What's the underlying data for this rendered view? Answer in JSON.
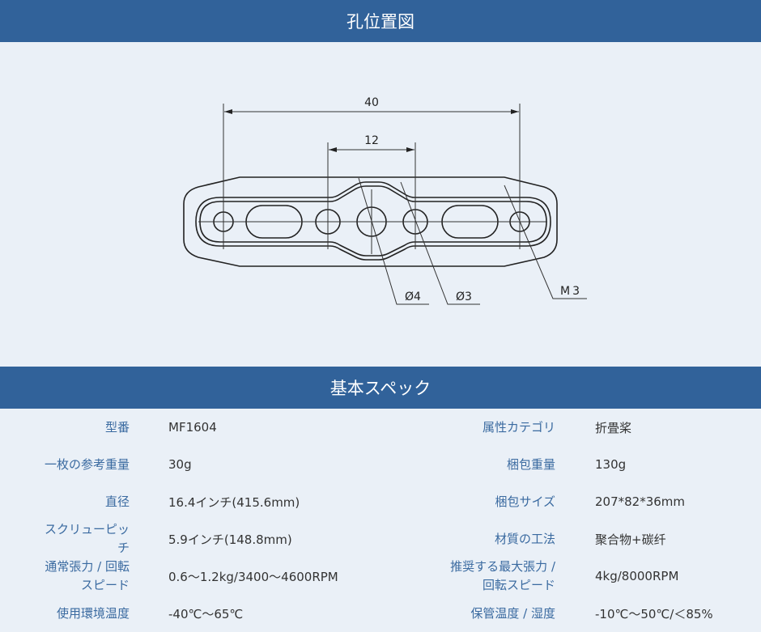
{
  "sections": {
    "hole_diagram_title": "孔位置図",
    "spec_title": "基本スペック"
  },
  "diagram": {
    "dim_overall": "40",
    "dim_center": "12",
    "callout_center_hole": "Ø4",
    "callout_side_hole": "Ø3",
    "callout_thread": "M3"
  },
  "colors": {
    "header": "#31629a",
    "background": "#eaf0f7",
    "label": "#3a6aa0",
    "value": "#333333"
  },
  "specs_left": [
    {
      "label": "型番",
      "value": "MF1604"
    },
    {
      "label": "一枚の参考重量",
      "value": "30g"
    },
    {
      "label": "直径",
      "value": "16.4インチ(415.6mm)"
    },
    {
      "label": "スクリューピッチ",
      "value": "5.9インチ(148.8mm)"
    },
    {
      "label": "通常張力 / 回転スピード",
      "value": "0.6～1.2kg/3400～4600RPM"
    },
    {
      "label": "使用環境温度",
      "value": "-40℃～65℃"
    }
  ],
  "specs_right": [
    {
      "label": "属性カテゴリ",
      "value": "折畳桨"
    },
    {
      "label": "梱包重量",
      "value": "130g"
    },
    {
      "label": "梱包サイズ",
      "value": "207*82*36mm"
    },
    {
      "label": "材質の工法",
      "value": "聚合物+碳纤"
    },
    {
      "label": "推奨する最大張力 / 回転スピード",
      "value": "4kg/8000RPM"
    },
    {
      "label": "保管温度 / 湿度",
      "value": "-10℃～50℃/＜85%"
    }
  ]
}
